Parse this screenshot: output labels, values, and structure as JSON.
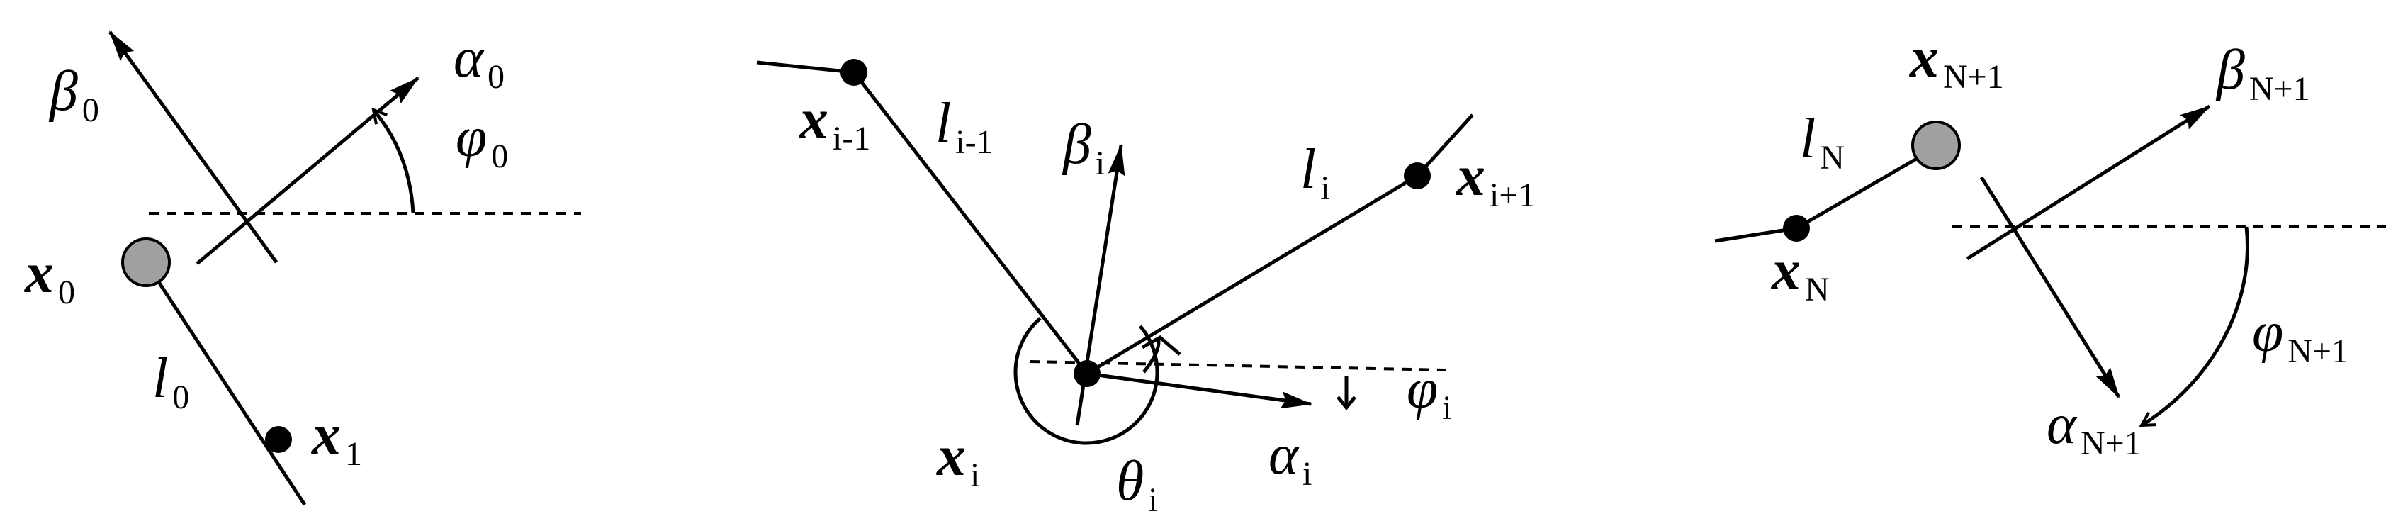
{
  "panels": {
    "left": {
      "beta": {
        "sym": "β",
        "sub": "0"
      },
      "alpha": {
        "sym": "α",
        "sub": "0"
      },
      "phi": {
        "sym": "φ",
        "sub": "0"
      },
      "x0": {
        "sym": "x",
        "sub": "0"
      },
      "l0": {
        "sym": "l",
        "sub": "0"
      },
      "x1": {
        "sym": "x",
        "sub": "1"
      }
    },
    "middle": {
      "xim1": {
        "sym": "x",
        "sub": "i-1"
      },
      "lim1": {
        "sym": "l",
        "sub": "i-1"
      },
      "beta": {
        "sym": "β",
        "sub": "i"
      },
      "li": {
        "sym": "l",
        "sub": "i"
      },
      "xip1": {
        "sym": "x",
        "sub": "i+1"
      },
      "phi": {
        "sym": "φ",
        "sub": "i"
      },
      "xi": {
        "sym": "x",
        "sub": "i"
      },
      "theta": {
        "sym": "θ",
        "sub": "i"
      },
      "alpha": {
        "sym": "α",
        "sub": "i"
      }
    },
    "right": {
      "xNp1": {
        "sym": "x",
        "sub": "N+1"
      },
      "beta": {
        "sym": "β",
        "sub": "N+1"
      },
      "lN": {
        "sym": "l",
        "sub": "N"
      },
      "xN": {
        "sym": "x",
        "sub": "N"
      },
      "phi": {
        "sym": "φ",
        "sub": "N+1"
      },
      "alpha": {
        "sym": "α",
        "sub": "N+1"
      }
    }
  },
  "colors": {
    "ink": "#000000",
    "free_node": "#a0a0a0",
    "background": "#ffffff"
  }
}
